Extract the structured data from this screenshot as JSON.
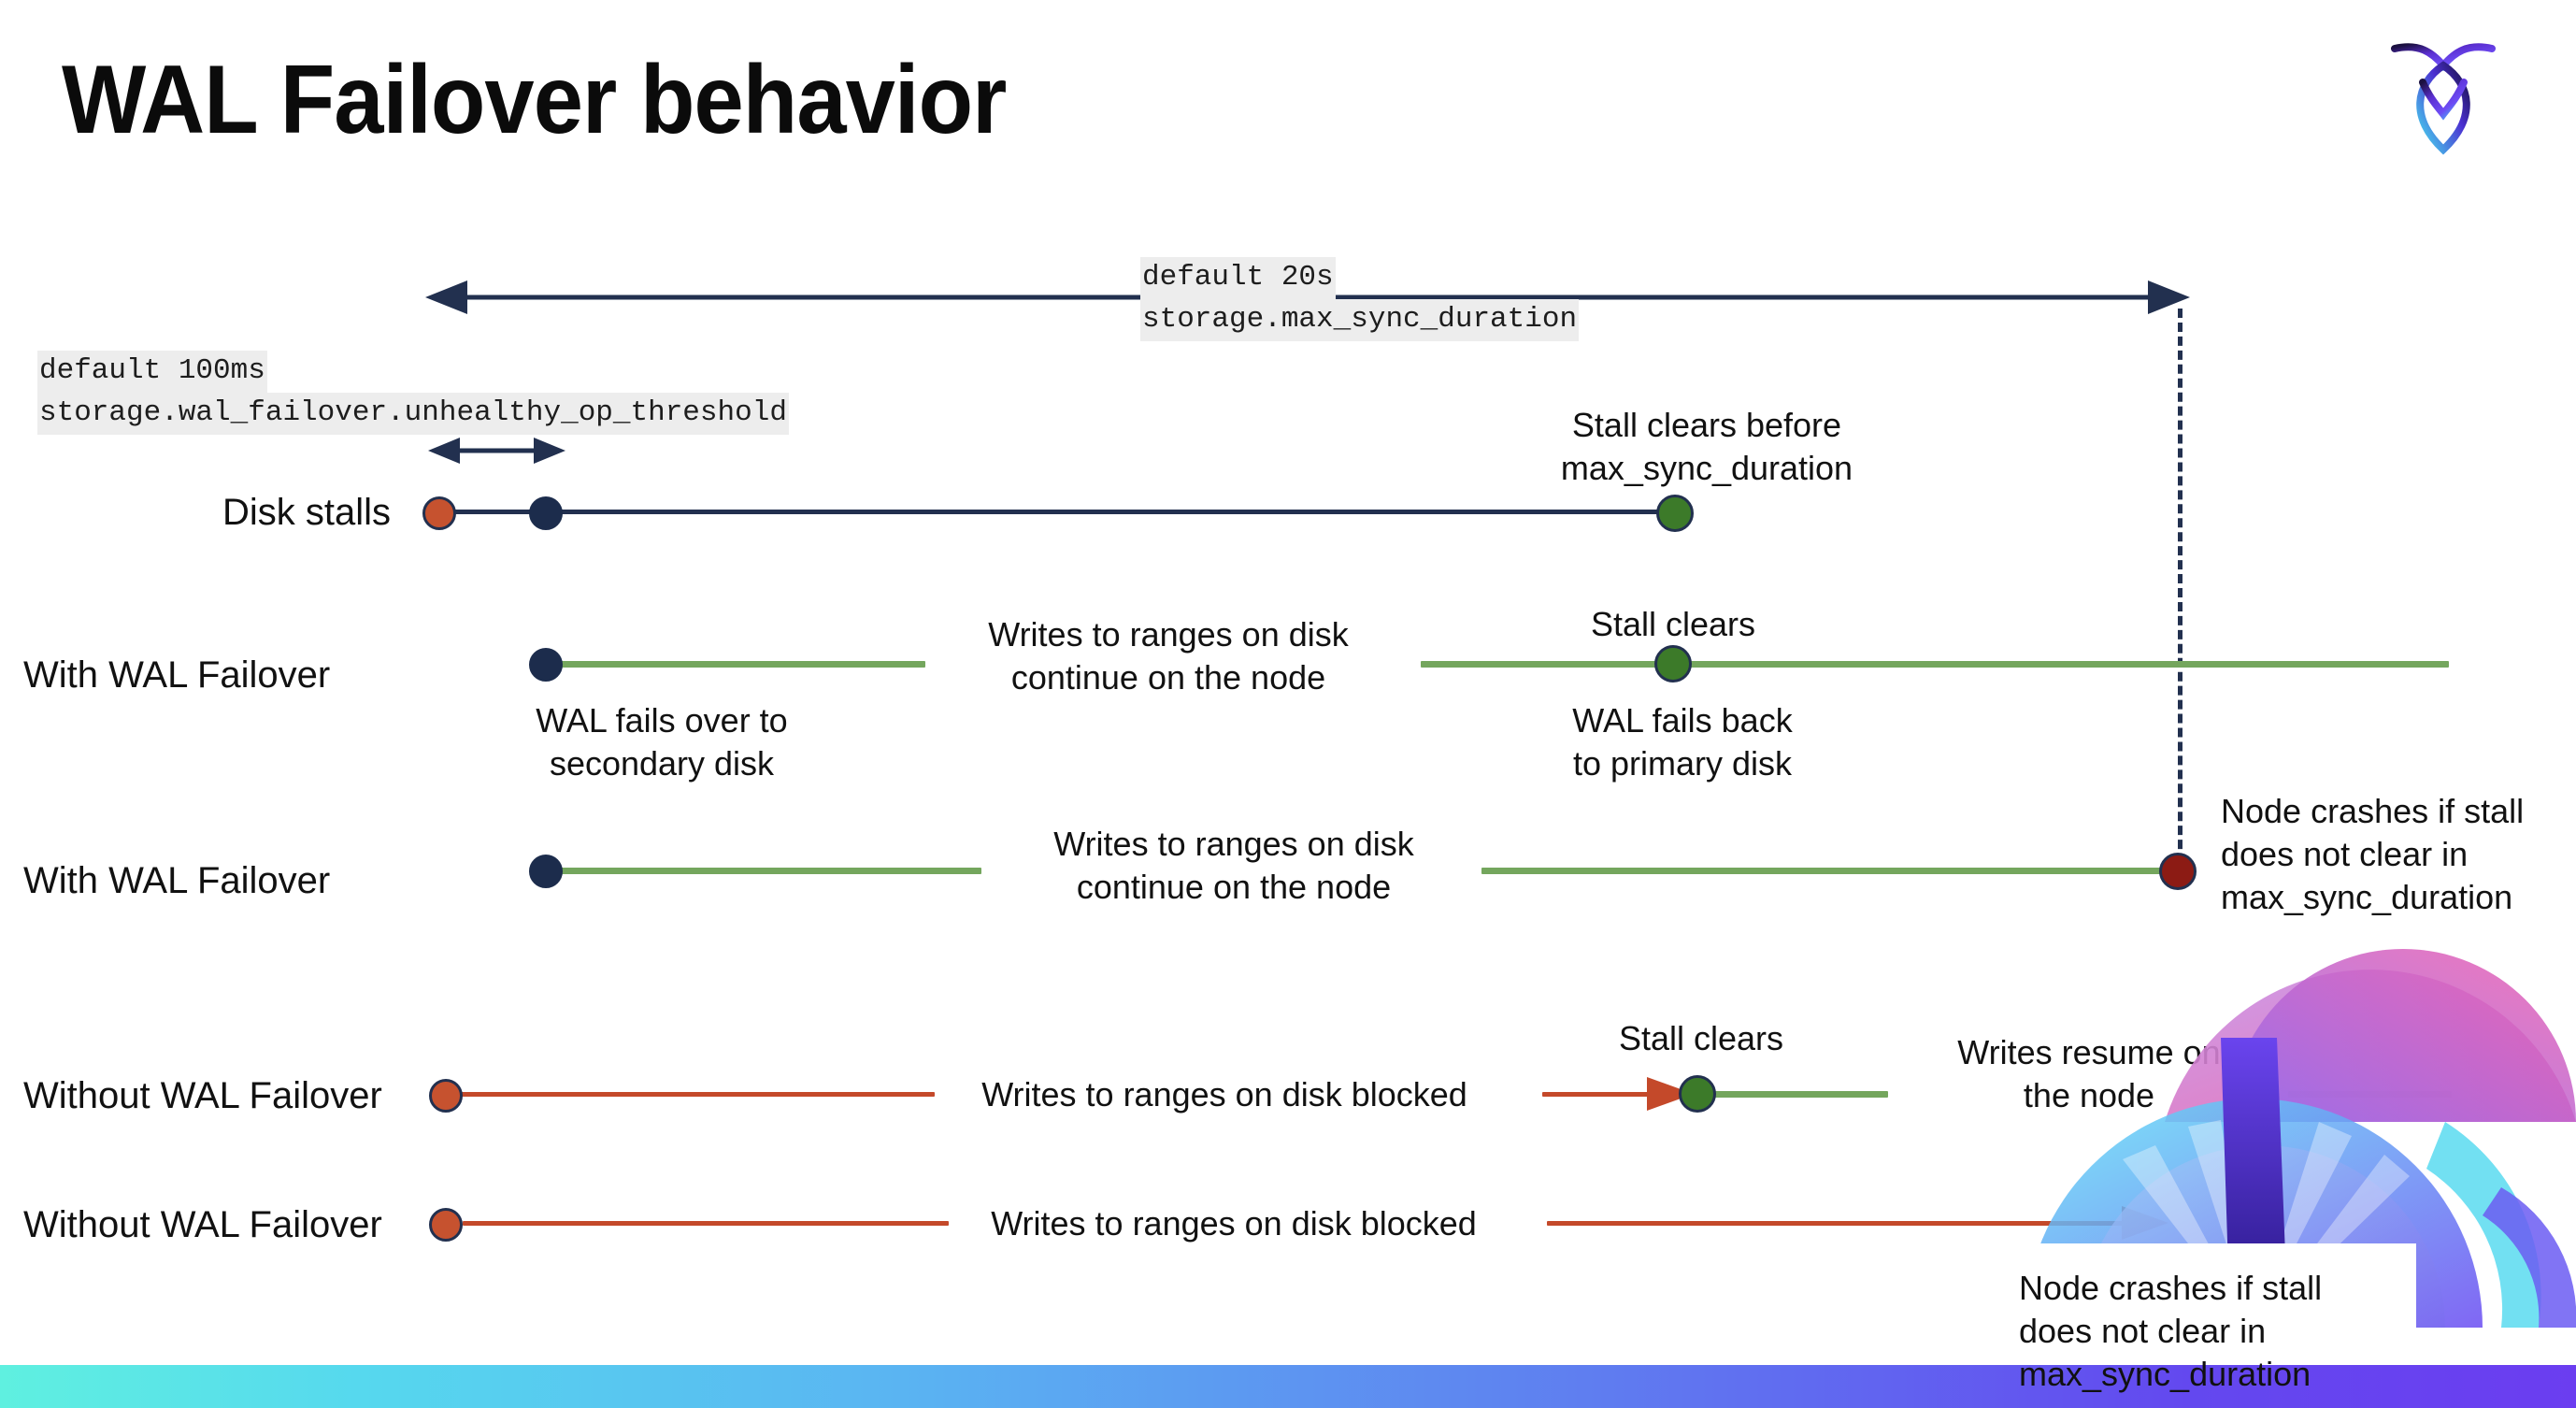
{
  "slide": {
    "title": "WAL Failover behavior",
    "logo_name": "cockroachdb-logo"
  },
  "annotations": {
    "max_sync": {
      "line1": "default 20s",
      "line2": "storage.max_sync_duration"
    },
    "unhealthy": {
      "line1": "default 100ms",
      "line2": "storage.wal_failover.unhealthy_op_threshold"
    }
  },
  "rows": [
    {
      "label": "Disk stalls"
    },
    {
      "label": "With WAL Failover"
    },
    {
      "label": "With WAL Failover"
    },
    {
      "label": "Without WAL Failover"
    },
    {
      "label": "Without WAL Failover"
    }
  ],
  "notes": {
    "stall_clears_before": "Stall clears before\nmax_sync_duration",
    "writes_continue_1": "Writes to ranges on disk\ncontinue on the node",
    "stall_clears_1": "Stall clears",
    "wal_fails_over": "WAL fails over to\nsecondary disk",
    "wal_fails_back": "WAL fails  back\nto primary disk",
    "writes_continue_2": "Writes to ranges on disk\ncontinue on the node",
    "node_crashes_1": "Node crashes if stall\ndoes not clear in\nmax_sync_duration",
    "writes_blocked_1": "Writes to ranges on disk  blocked",
    "stall_clears_2": "Stall clears",
    "writes_resume": "Writes resume on\nthe node",
    "writes_blocked_2": "Writes to ranges on disk  blocked",
    "node_crashes_2": "Node crashes if stall\ndoes not clear in\nmax_sync_duration"
  },
  "colors": {
    "navy": "#22304f",
    "green_line": "#74a65d",
    "red_line": "#c4492a",
    "dot_orange": "#c6522f",
    "dot_navy": "#1c2c4c",
    "dot_green": "#3c7a29",
    "dot_darkred": "#8c1b14",
    "code_bg": "#ededed",
    "bottom_bar_start": "#5ff0e0",
    "bottom_bar_end": "#6b3df0"
  }
}
